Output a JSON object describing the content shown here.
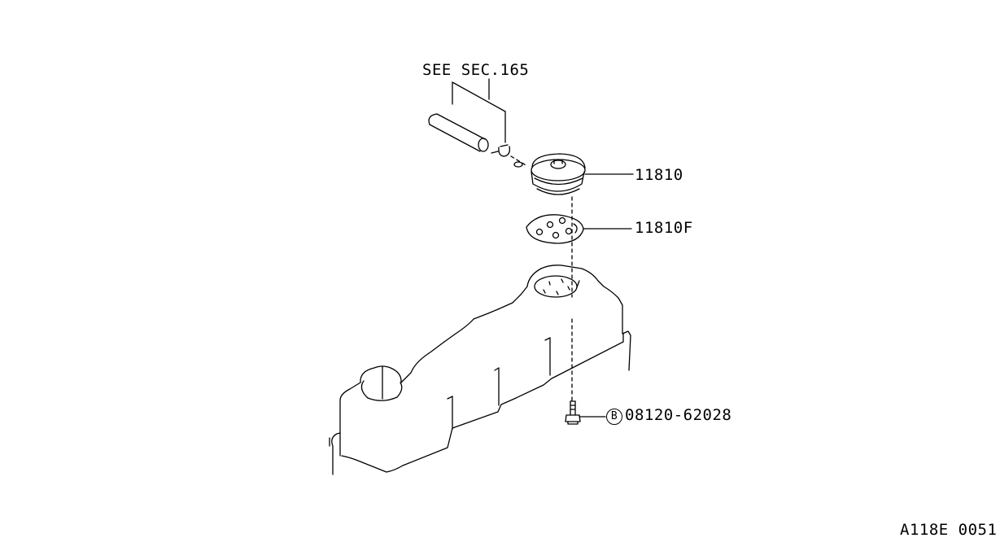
{
  "diagram": {
    "see_section": "SEE SEC.165",
    "parts": [
      {
        "number": "11810"
      },
      {
        "number": "11810F"
      },
      {
        "prefix": "B",
        "number": "08120-62028"
      }
    ],
    "figure_code": "A118E 0051"
  }
}
